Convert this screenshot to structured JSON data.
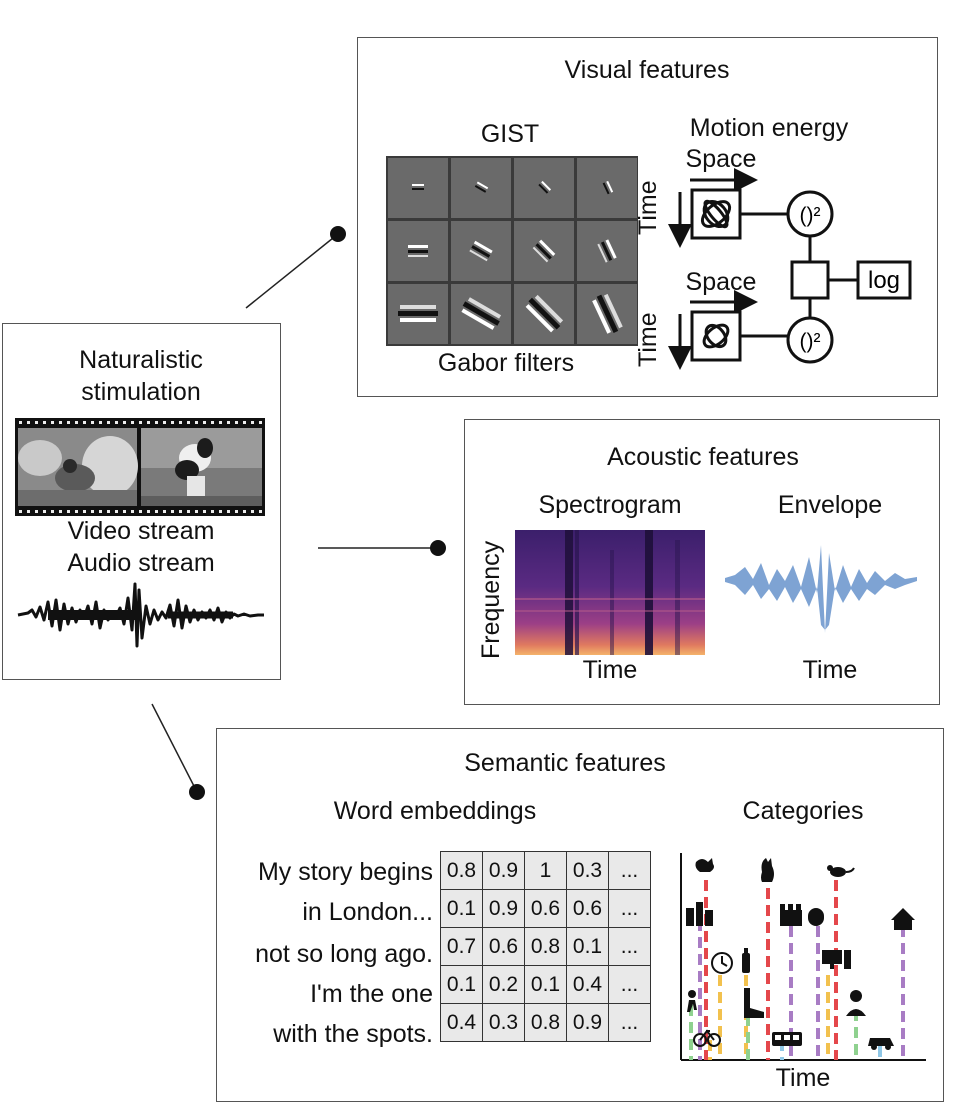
{
  "stimulus": {
    "title_line1": "Naturalistic",
    "title_line2": "stimulation",
    "video_label": "Video stream",
    "audio_label": "Audio stream"
  },
  "visual": {
    "title": "Visual features",
    "gist_label": "GIST",
    "gabor_label": "Gabor filters",
    "motion_label": "Motion energy",
    "space_label": "Space",
    "time_label": "Time",
    "log_label": "log",
    "square_label": "()²"
  },
  "acoustic": {
    "title": "Acoustic features",
    "spectrogram_label": "Spectrogram",
    "envelope_label": "Envelope",
    "frequency_label": "Frequency",
    "time_label": "Time"
  },
  "semantic": {
    "title": "Semantic features",
    "embeddings_label": "Word embeddings",
    "categories_label": "Categories",
    "time_label": "Time",
    "rows": [
      {
        "text": "My story begins",
        "values": [
          "0.8",
          "0.9",
          "1",
          "0.3",
          "..."
        ]
      },
      {
        "text": "in London...",
        "values": [
          "0.1",
          "0.9",
          "0.6",
          "0.6",
          "..."
        ]
      },
      {
        "text": "not so long ago.",
        "values": [
          "0.7",
          "0.6",
          "0.8",
          "0.1",
          "..."
        ]
      },
      {
        "text": "I'm the one",
        "values": [
          "0.1",
          "0.2",
          "0.1",
          "0.4",
          "..."
        ]
      },
      {
        "text": "with the spots.",
        "values": [
          "0.4",
          "0.3",
          "0.8",
          "0.9",
          "..."
        ]
      }
    ]
  },
  "colors": {
    "red": "#e4474b",
    "purple": "#a87cc4",
    "yellow": "#f2c14e",
    "green": "#8fd18f",
    "blue": "#8fc7e6",
    "envelope": "#7ea3d3"
  }
}
